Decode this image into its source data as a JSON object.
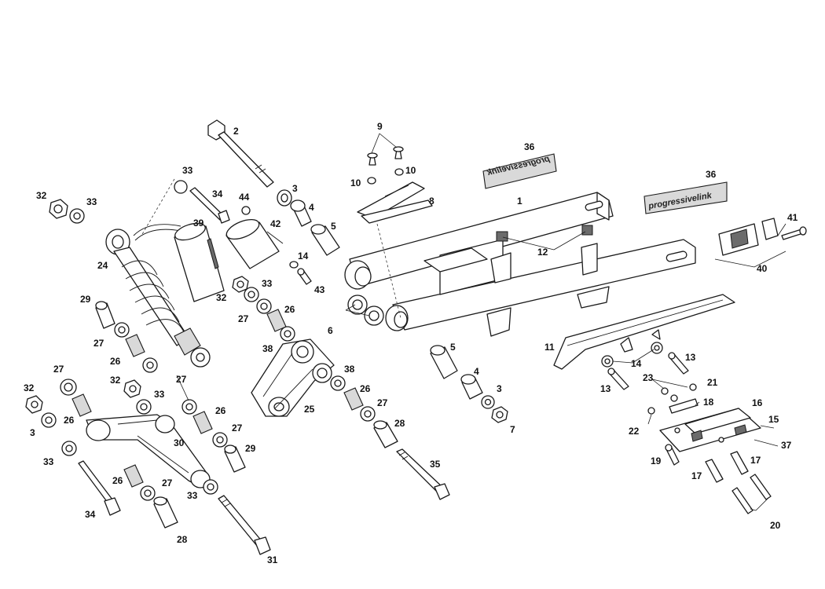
{
  "callouts": {
    "c1": "1",
    "c2": "2",
    "c3a": "3",
    "c3b": "3",
    "c3c": "3",
    "c4a": "4",
    "c4b": "4",
    "c5a": "5",
    "c5b": "5",
    "c6": "6",
    "c7": "7",
    "c8": "8",
    "c9": "9",
    "c10a": "10",
    "c10b": "10",
    "c11": "11",
    "c12": "12",
    "c13a": "13",
    "c13b": "13",
    "c14a": "14",
    "c14b": "14",
    "c15": "15",
    "c16": "16",
    "c17a": "17",
    "c17b": "17",
    "c18": "18",
    "c19": "19",
    "c20": "20",
    "c21": "21",
    "c22": "22",
    "c23": "23",
    "c24": "24",
    "c25": "25",
    "c26a": "26",
    "c26b": "26",
    "c26c": "26",
    "c26d": "26",
    "c26e": "26",
    "c26f": "26",
    "c27a": "27",
    "c27b": "27",
    "c27c": "27",
    "c27d": "27",
    "c27e": "27",
    "c27f": "27",
    "c27g": "27",
    "c28a": "28",
    "c28b": "28",
    "c29a": "29",
    "c29b": "29",
    "c30": "30",
    "c31": "31",
    "c32a": "32",
    "c32b": "32",
    "c32c": "32",
    "c32d": "32",
    "c33a": "33",
    "c33b": "33",
    "c33c": "33",
    "c33d": "33",
    "c33e": "33",
    "c33f": "33",
    "c34a": "34",
    "c34b": "34",
    "c35": "35",
    "c36a": "36",
    "c36b": "36",
    "c37": "37",
    "c38a": "38",
    "c38b": "38",
    "c39": "39",
    "c40": "40",
    "c41": "41",
    "c42": "42",
    "c43": "43",
    "c44": "44"
  },
  "decals": {
    "decal_mirrored": "progressivelink",
    "decal_normal_part1": "progressive",
    "decal_normal_part2": "link"
  }
}
